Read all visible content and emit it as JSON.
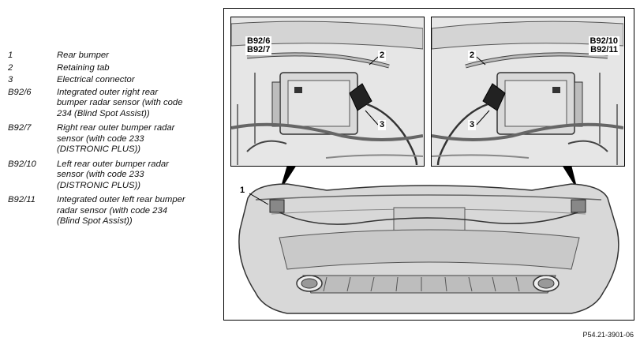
{
  "legend": [
    {
      "code": "1",
      "text": "Rear bumper"
    },
    {
      "code": "2",
      "text": "Retaining tab"
    },
    {
      "code": "3",
      "text": "Electrical connector"
    },
    {
      "code": "B92/6",
      "text": "Integrated outer right rear\nbumper radar sensor (with code\n234 (Blind Spot Assist))"
    },
    {
      "code": "B92/7",
      "text": "Right rear outer bumper radar\nsensor (with code 233\n(DISTRONIC PLUS))"
    },
    {
      "code": "B92/10",
      "text": "Left rear outer bumper radar\nsensor (with code 233\n(DISTRONIC PLUS))"
    },
    {
      "code": "B92/11",
      "text": "Integrated outer left rear bumper\nradar sensor (with code 234\n(Blind Spot Assist))"
    }
  ],
  "insets": {
    "left": {
      "code_line1": "B92/6",
      "code_line2": "B92/7",
      "callout_2": "2",
      "callout_3": "3"
    },
    "right": {
      "code_line1": "B92/10",
      "code_line2": "B92/11",
      "callout_2": "2",
      "callout_3": "3"
    }
  },
  "main": {
    "callout_1": "1"
  },
  "figure_id": "P54.21-3901-06"
}
